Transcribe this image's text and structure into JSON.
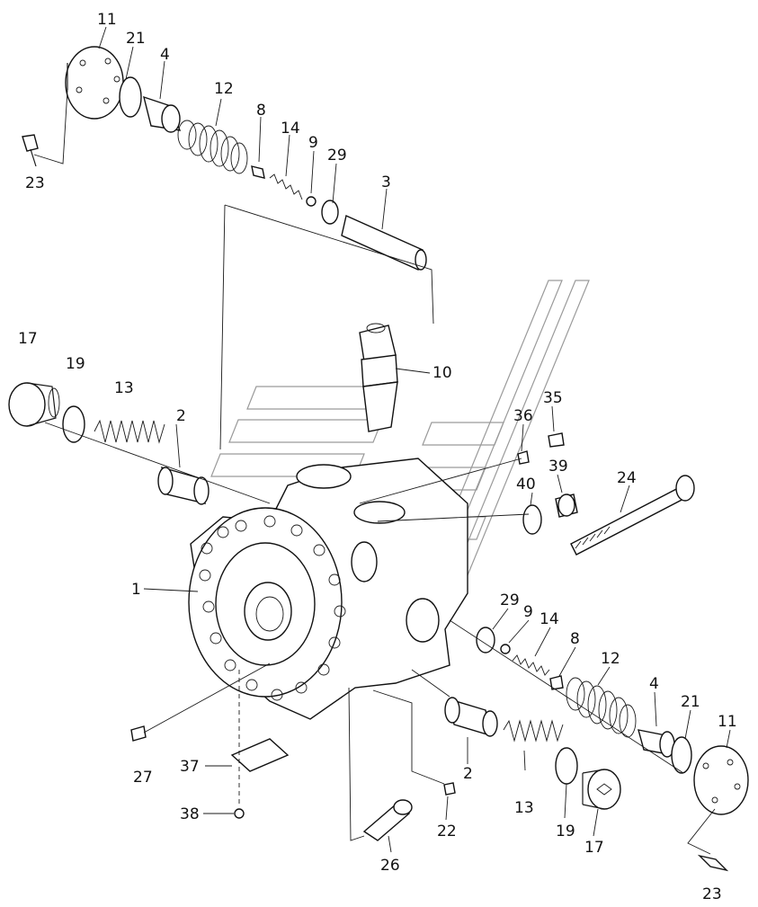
{
  "callouts": [
    {
      "id": "c-11-top",
      "text": "11"
    },
    {
      "id": "c-21-top",
      "text": "21"
    },
    {
      "id": "c-4-top",
      "text": "4"
    },
    {
      "id": "c-12-top",
      "text": "12"
    },
    {
      "id": "c-8-top",
      "text": "8"
    },
    {
      "id": "c-14-top",
      "text": "14"
    },
    {
      "id": "c-9-top",
      "text": "9"
    },
    {
      "id": "c-29-top",
      "text": "29"
    },
    {
      "id": "c-3",
      "text": "3"
    },
    {
      "id": "c-23-top",
      "text": "23"
    },
    {
      "id": "c-17-left",
      "text": "17"
    },
    {
      "id": "c-19-left",
      "text": "19"
    },
    {
      "id": "c-13-left",
      "text": "13"
    },
    {
      "id": "c-2-left",
      "text": "2"
    },
    {
      "id": "c-10",
      "text": "10"
    },
    {
      "id": "c-35",
      "text": "35"
    },
    {
      "id": "c-36",
      "text": "36"
    },
    {
      "id": "c-39",
      "text": "39"
    },
    {
      "id": "c-40",
      "text": "40"
    },
    {
      "id": "c-24",
      "text": "24"
    },
    {
      "id": "c-1",
      "text": "1"
    },
    {
      "id": "c-29-right",
      "text": "29"
    },
    {
      "id": "c-9-right",
      "text": "9"
    },
    {
      "id": "c-14-right",
      "text": "14"
    },
    {
      "id": "c-8-right",
      "text": "8"
    },
    {
      "id": "c-12-right",
      "text": "12"
    },
    {
      "id": "c-4-right",
      "text": "4"
    },
    {
      "id": "c-21-right",
      "text": "21"
    },
    {
      "id": "c-11-right",
      "text": "11"
    },
    {
      "id": "c-27",
      "text": "27"
    },
    {
      "id": "c-37",
      "text": "37"
    },
    {
      "id": "c-38",
      "text": "38"
    },
    {
      "id": "c-22",
      "text": "22"
    },
    {
      "id": "c-26",
      "text": "26"
    },
    {
      "id": "c-2-bottom",
      "text": "2"
    },
    {
      "id": "c-13-bottom",
      "text": "13"
    },
    {
      "id": "c-19-bottom",
      "text": "19"
    },
    {
      "id": "c-17-bottom",
      "text": "17"
    },
    {
      "id": "c-23-bottom",
      "text": "23"
    }
  ]
}
